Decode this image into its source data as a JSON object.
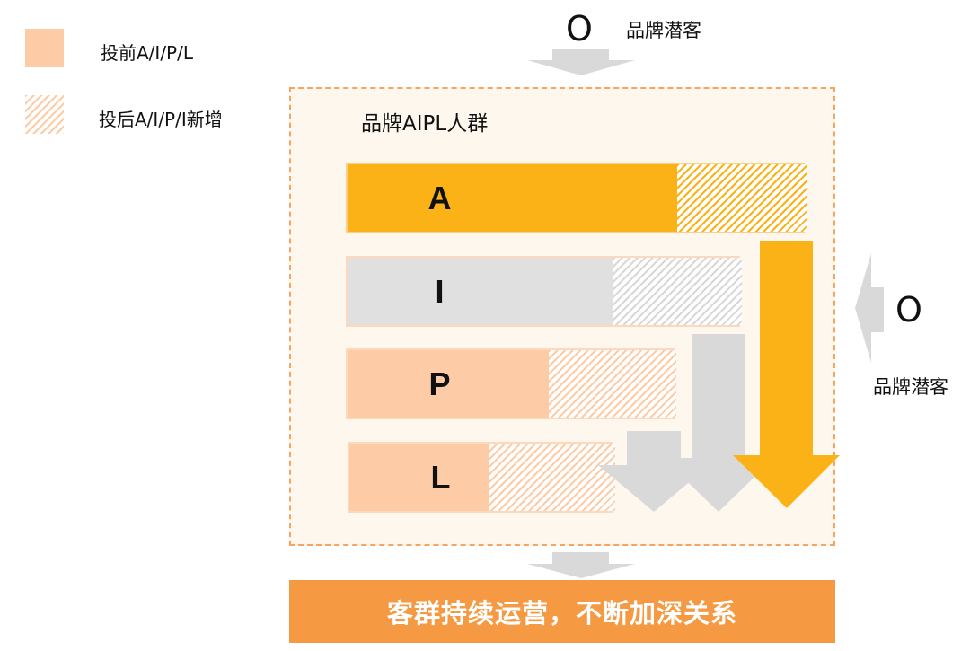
{
  "legend": {
    "before_label": "投前A/I/P/L",
    "after_label": "投后A/I/P/I新增"
  },
  "potential": {
    "top_letter": "O",
    "top_label": "品牌潜客",
    "right_letter": "O",
    "right_label": "品牌潜客"
  },
  "box": {
    "title": "品牌AIPL人群"
  },
  "bars": [
    {
      "letter": "A",
      "base_color": "#fbb217",
      "hatch_color": "#fbb217"
    },
    {
      "letter": "I",
      "base_color": "#e0e0e0",
      "hatch_color": "#d8d8d8"
    },
    {
      "letter": "P",
      "base_color": "#fdcca7",
      "hatch_color": "#fdcca7"
    },
    {
      "letter": "L",
      "base_color": "#fdcca7",
      "hatch_color": "#fdcca7"
    }
  ],
  "banner": {
    "text": "客群持续运营，不断加深关系"
  },
  "colors": {
    "accent_orange": "#f59a43",
    "arrow_yellow": "#fbb217",
    "arrow_gray": "#d9d9d9",
    "container_border": "#f5a462"
  }
}
